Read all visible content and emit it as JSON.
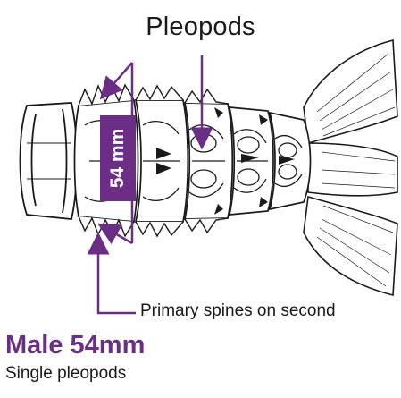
{
  "labels": {
    "pleopods": "Pleopods",
    "primary_spines": "Primary spines on second",
    "measurement": "54 mm"
  },
  "caption": {
    "title": "Male 54mm",
    "subtitle": "Single pleopods"
  },
  "colors": {
    "accent": "#6b2d86",
    "ink": "#1a1a1a",
    "background": "#ffffff"
  }
}
